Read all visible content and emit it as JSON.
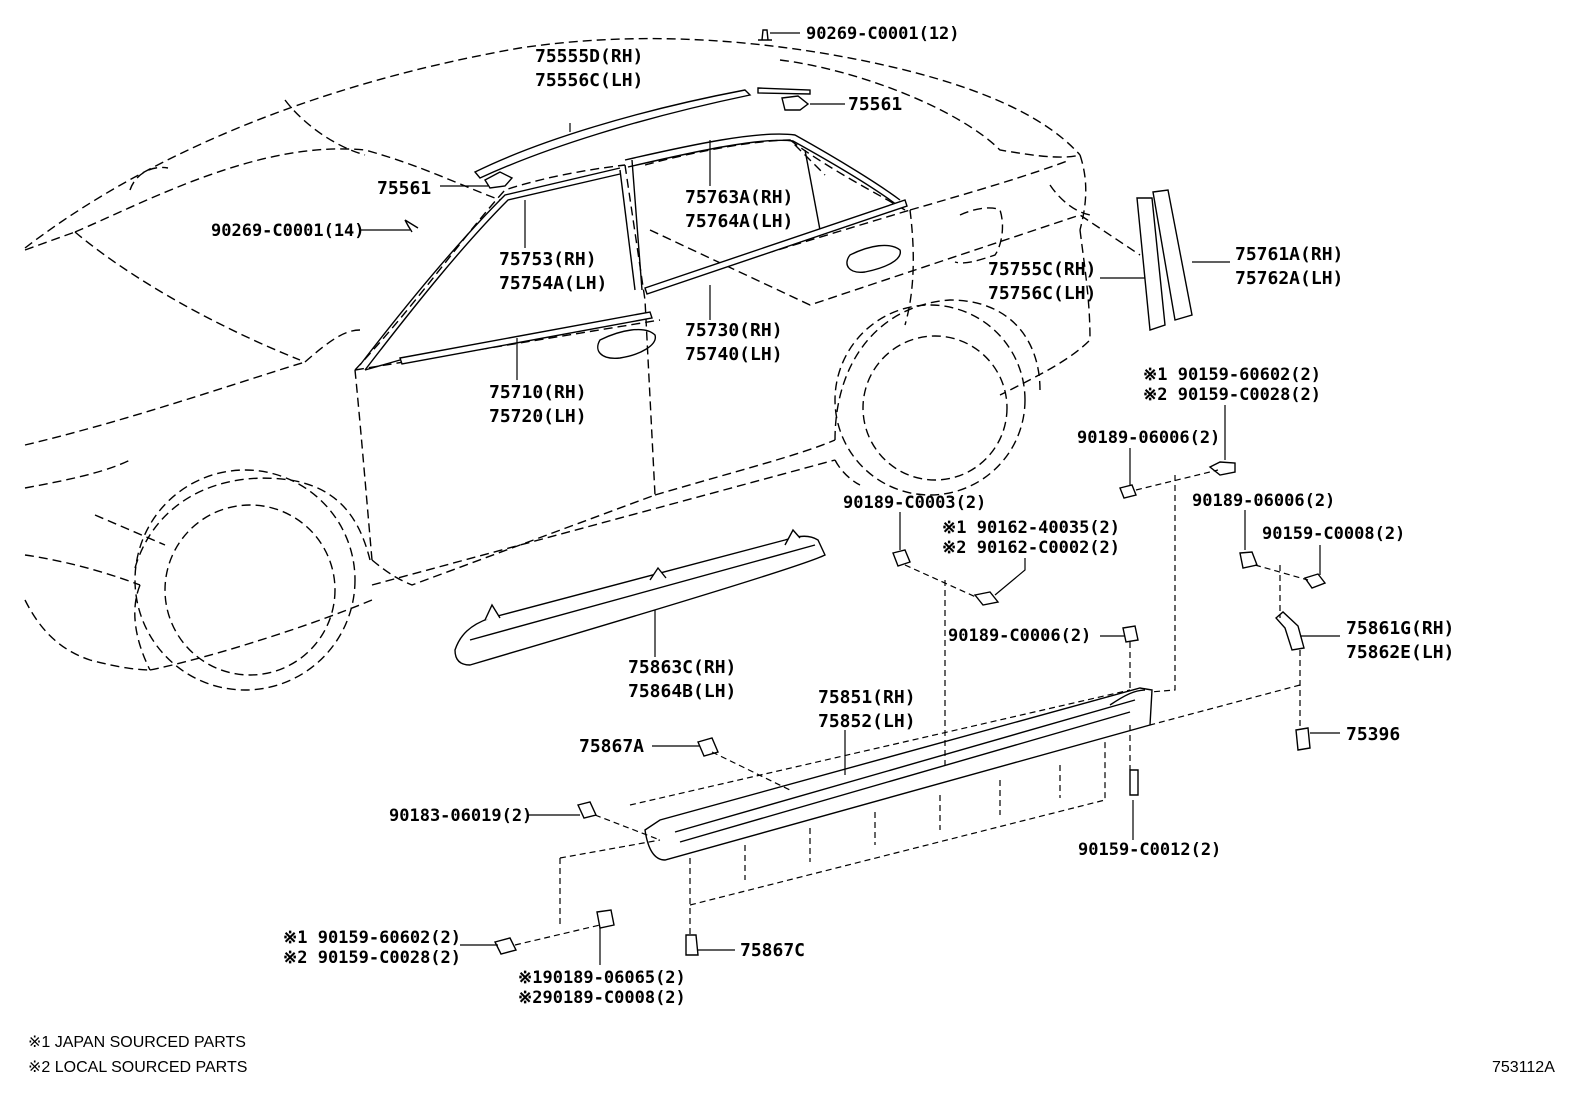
{
  "labels": {
    "p90269_12": "90269-C0001(12)",
    "p75555d": "75555D(RH)",
    "p75556c": "75556C(LH)",
    "p75561_top": "75561",
    "p75561_left": "75561",
    "p90269_14": "90269-C0001(14)",
    "p75763a": "75763A(RH)",
    "p75764a": "75764A(LH)",
    "p75753": "75753(RH)",
    "p75754a": "75754A(LH)",
    "p75761a": "75761A(RH)",
    "p75762a": "75762A(LH)",
    "p75755c": "75755C(RH)",
    "p75756c": "75756C(LH)",
    "p75730": "75730(RH)",
    "p75740": "75740(LH)",
    "p75710": "75710(RH)",
    "p75720": "75720(LH)",
    "p90159_60602_r1": "※1 90159-60602(2)",
    "p90159_c0028_r2": "※2 90159-C0028(2)",
    "p90189_06006_a": "90189-06006(2)",
    "p90189_c0003": "90189-C0003(2)",
    "p90162_40035": "※1 90162-40035(2)",
    "p90162_c0002": "※2 90162-C0002(2)",
    "p90189_06006_b": "90189-06006(2)",
    "p90159_c0008": "90159-C0008(2)",
    "p75863c": "75863C(RH)",
    "p75864b": "75864B(LH)",
    "p90189_c0006": "90189-C0006(2)",
    "p75861g": "75861G(RH)",
    "p75862e": "75862E(LH)",
    "p75851": "75851(RH)",
    "p75852": "75852(LH)",
    "p75867a": "75867A",
    "p75396": "75396",
    "p90183_06019": "90183-06019(2)",
    "p90159_c0012": "90159-C0012(2)",
    "p90159_60602_l1": "※1 90159-60602(2)",
    "p90159_c0028_l2": "※2 90159-C0028(2)",
    "p75867c": "75867C",
    "p90189_06065": "※190189-06065(2)",
    "p90189_c0008": "※290189-C0008(2)"
  },
  "notes": {
    "note1": "※1  JAPAN SOURCED PARTS",
    "note2": "※2  LOCAL SOURCED PARTS",
    "figure_id": "753112A"
  }
}
